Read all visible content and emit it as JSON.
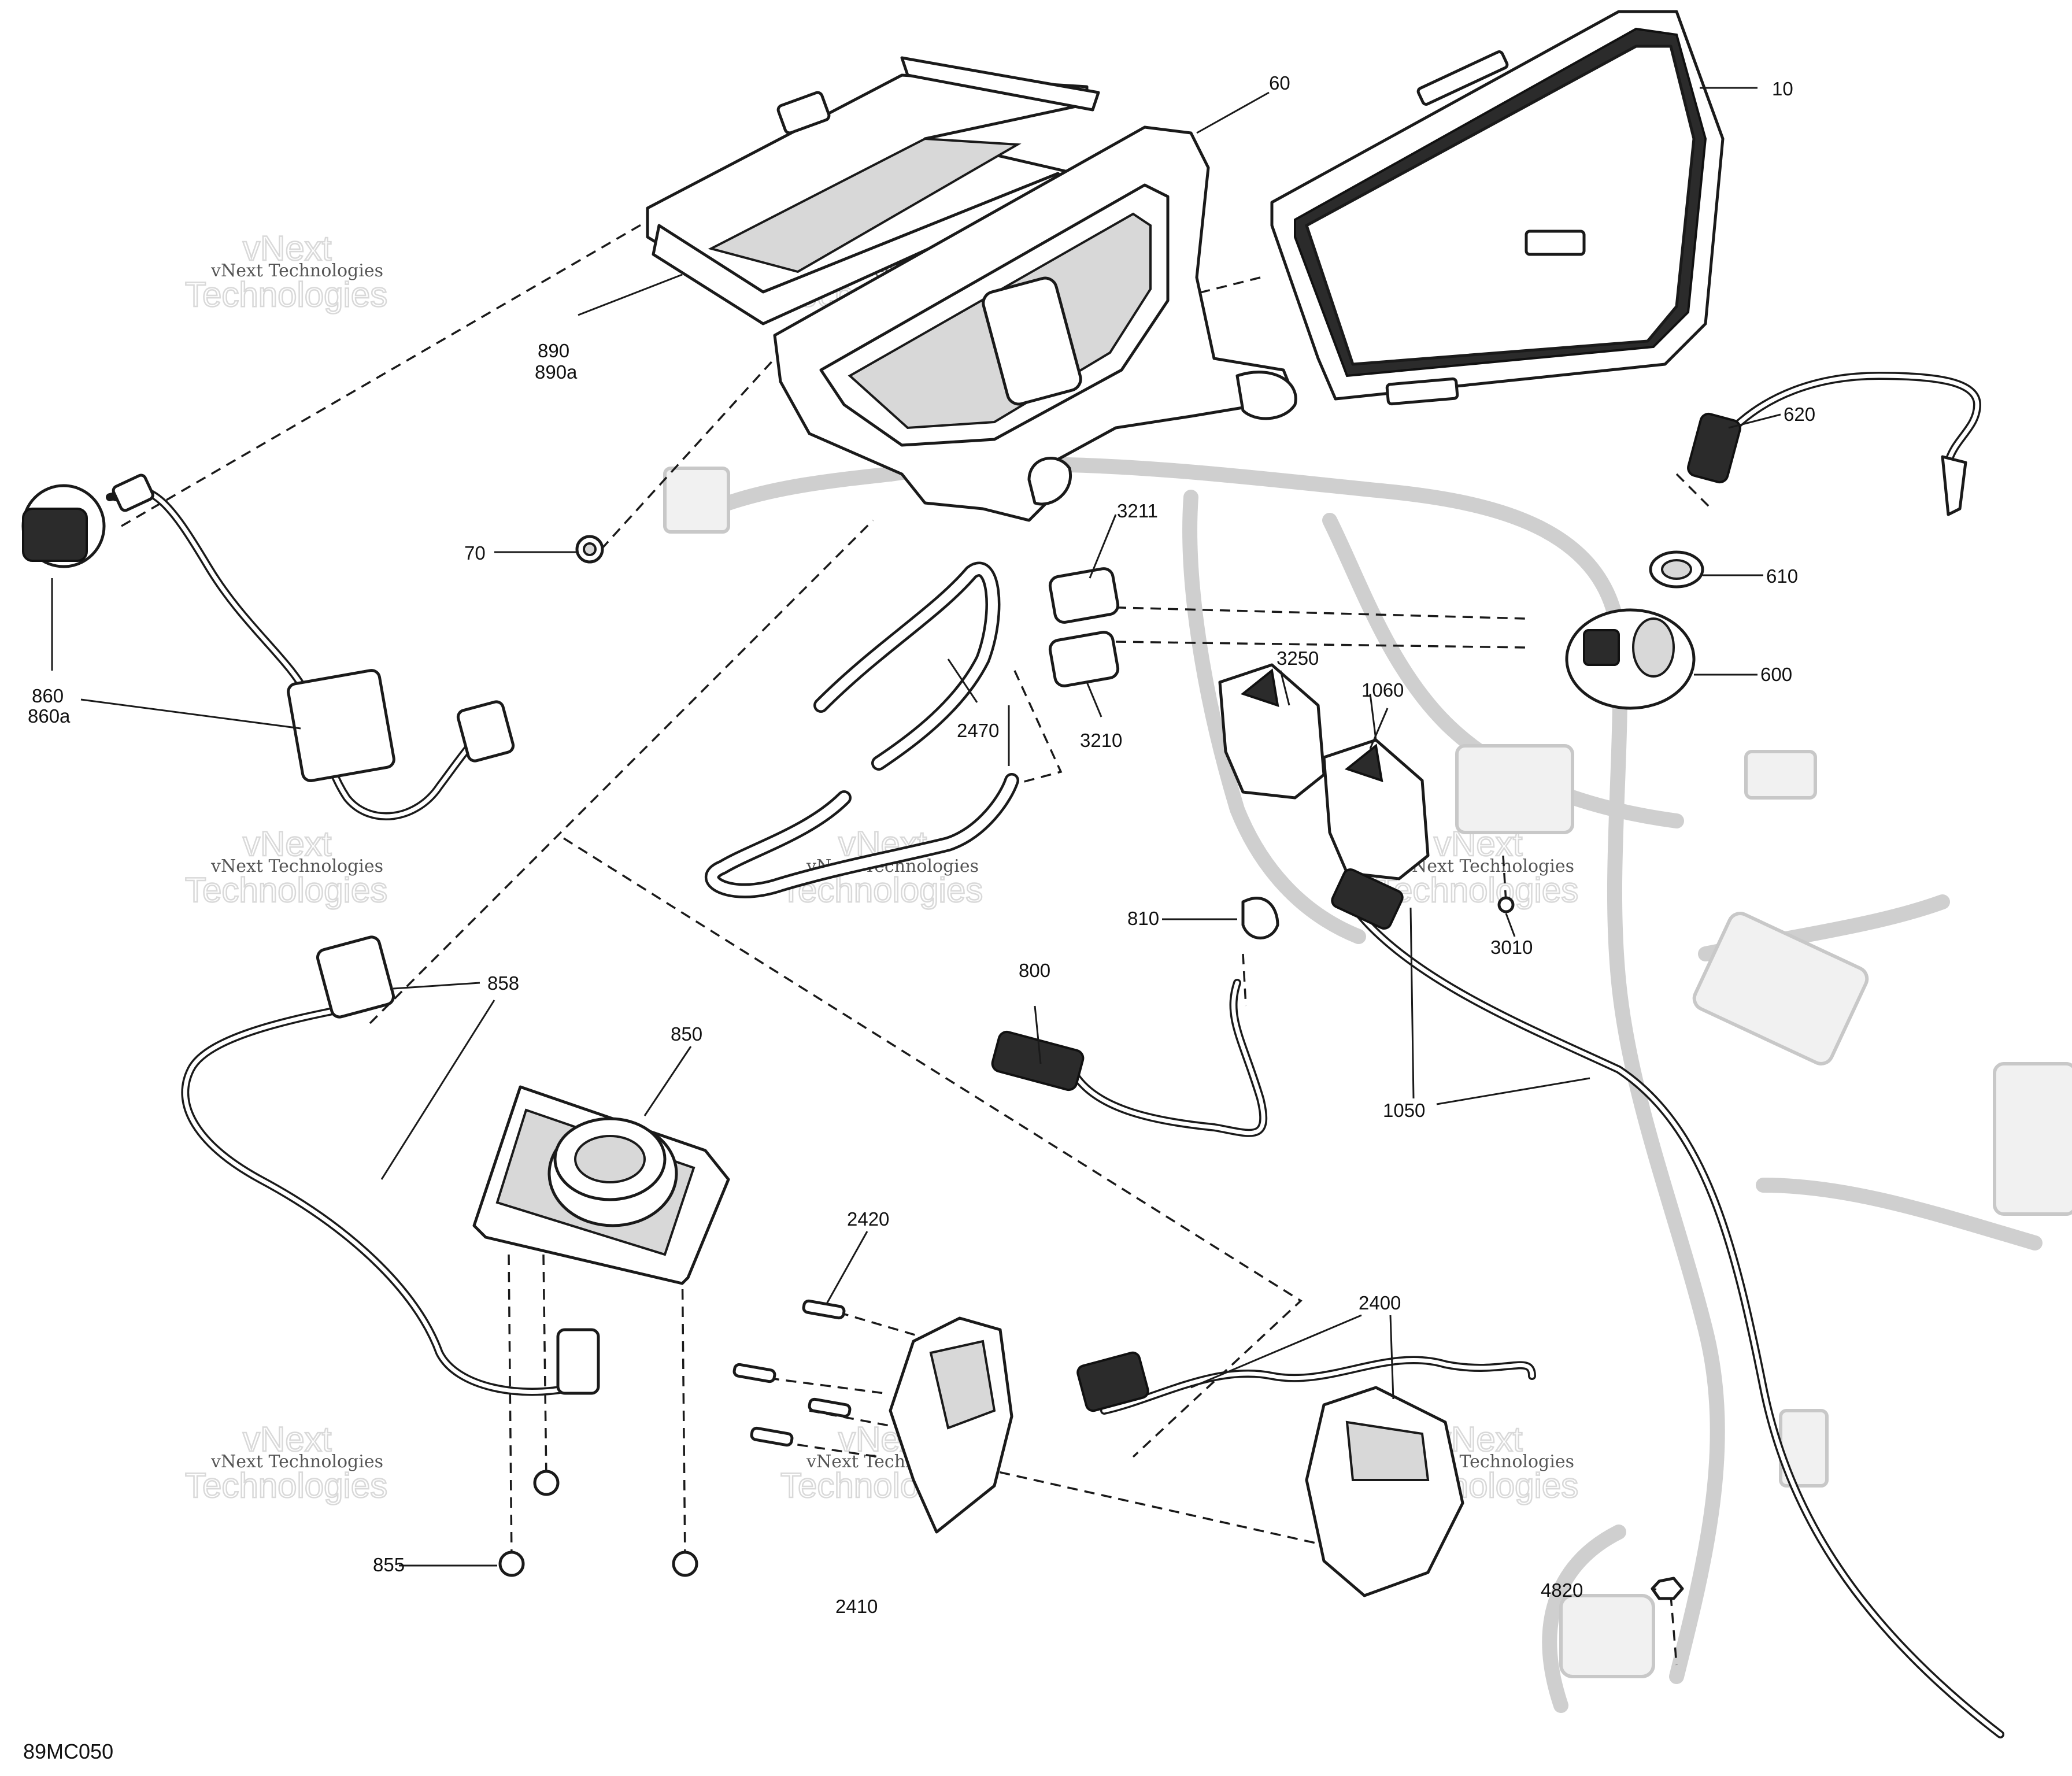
{
  "diagram": {
    "reference_code": "89MC050",
    "watermark": {
      "line1": "vNext",
      "line2": "Technologies",
      "caption": "vNext Technologies"
    },
    "callouts": [
      {
        "id": "c10",
        "label": "10"
      },
      {
        "id": "c60",
        "label": "60"
      },
      {
        "id": "c70",
        "label": "70"
      },
      {
        "id": "c600",
        "label": "600"
      },
      {
        "id": "c610",
        "label": "610"
      },
      {
        "id": "c620",
        "label": "620"
      },
      {
        "id": "c800",
        "label": "800"
      },
      {
        "id": "c810",
        "label": "810"
      },
      {
        "id": "c850",
        "label": "850"
      },
      {
        "id": "c855",
        "label": "855"
      },
      {
        "id": "c858",
        "label": "858"
      },
      {
        "id": "c860",
        "label": "860"
      },
      {
        "id": "c860a",
        "label": "860a"
      },
      {
        "id": "c890",
        "label": "890"
      },
      {
        "id": "c890a",
        "label": "890a"
      },
      {
        "id": "c1050",
        "label": "1050"
      },
      {
        "id": "c1060",
        "label": "1060"
      },
      {
        "id": "c2400",
        "label": "2400"
      },
      {
        "id": "c2410",
        "label": "2410"
      },
      {
        "id": "c2420",
        "label": "2420"
      },
      {
        "id": "c2470",
        "label": "2470"
      },
      {
        "id": "c3010",
        "label": "3010"
      },
      {
        "id": "c3210",
        "label": "3210"
      },
      {
        "id": "c3211",
        "label": "3211"
      },
      {
        "id": "c3250",
        "label": "3250"
      },
      {
        "id": "c4820",
        "label": "4820"
      }
    ]
  }
}
